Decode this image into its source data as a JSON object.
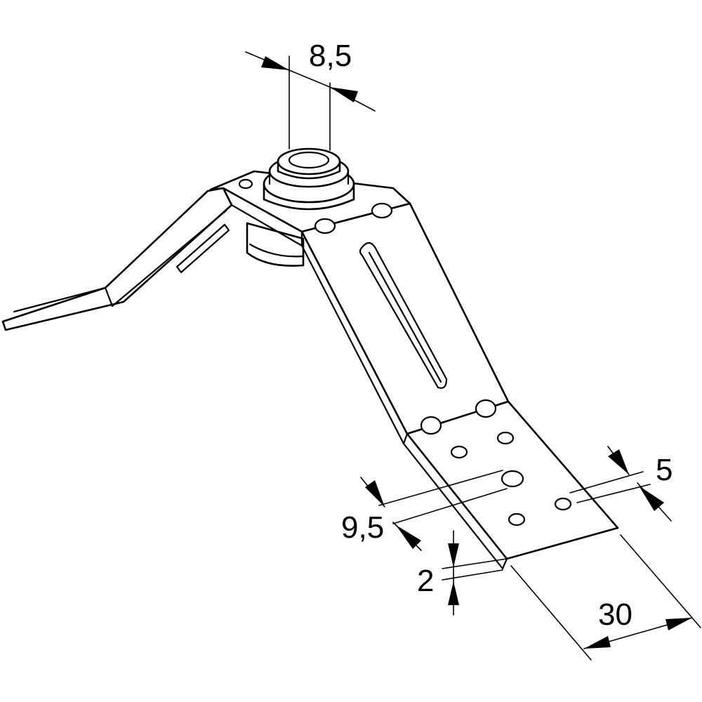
{
  "dimensions": {
    "bore_diameter": "8,5",
    "hole_spacing": "5",
    "hole_diameter": "9,5",
    "thickness": "2",
    "width": "30"
  }
}
